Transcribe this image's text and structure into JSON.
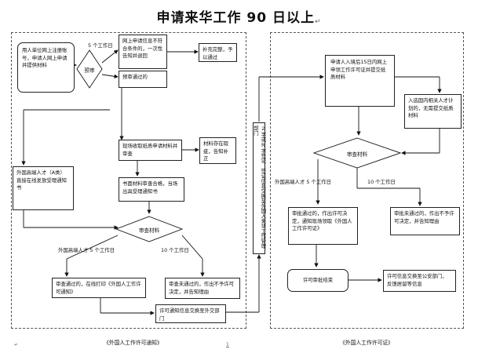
{
  "title": "申请来华工作 90 日以上",
  "title_mark": "↵",
  "left": {
    "employer_box": "用人单位网上注册账号，申请人网上申请并提供材料",
    "five_days_1": "5 个工作日",
    "pre_review": "预审",
    "not_meet_box": "网上申请信息不符合条件的，一次性告知并退回",
    "supplement_box": "补充完整，予以通过",
    "pre_passed_box": "预审通过的",
    "onsite_box": "现场收取纸质申请材料并审查",
    "incomplete_box": "材料存在瑕疵，告知补正",
    "high_talent_box": "外国高端人才（A类）直接在线发放受理通知书",
    "paper_ok_box": "书面材料审查合格，当场出具受理通知书",
    "review_materials": "审查材料",
    "high_talent_5days": "外国高端人才 5 个工作日",
    "ten_days": "10 个工作日",
    "approved_box": "审查通过的，在线打印《外国人工作许可通知》",
    "rejected_box": "审查未通过的，作出不予许可决定，并告知理由",
    "exchange_box": "许可通知信息交换至外交部门",
    "caption": "《外国人工作许可通知》"
  },
  "middle": {
    "visa_box": "2字或R字签证，签证信息交换至外国人来华工作管理部门"
  },
  "right": {
    "entry_box": "申请人入境后15日内网上申领工作许可证并提交纸质材料",
    "domestic_box": "入选国内相关人才计划的，无需提交纸质材料",
    "review_materials": "审查材料",
    "high_talent_5days": "外国高端人才 5 个工作日",
    "ten_days": "10 个工作日",
    "approved_box": "审批通过的，作出许可决定，通知现场领取《外国人工作许可证》",
    "rejected_box": "审批未通过的，作出不予许可决定，并告知理由",
    "end_box": "许可审批结束",
    "exchange_box": "许可信息交换至公安部门，反馈居留等信息",
    "caption": "《外国人工作许可证》"
  },
  "footer": {
    "page_number": "1",
    "mark": "↵"
  }
}
